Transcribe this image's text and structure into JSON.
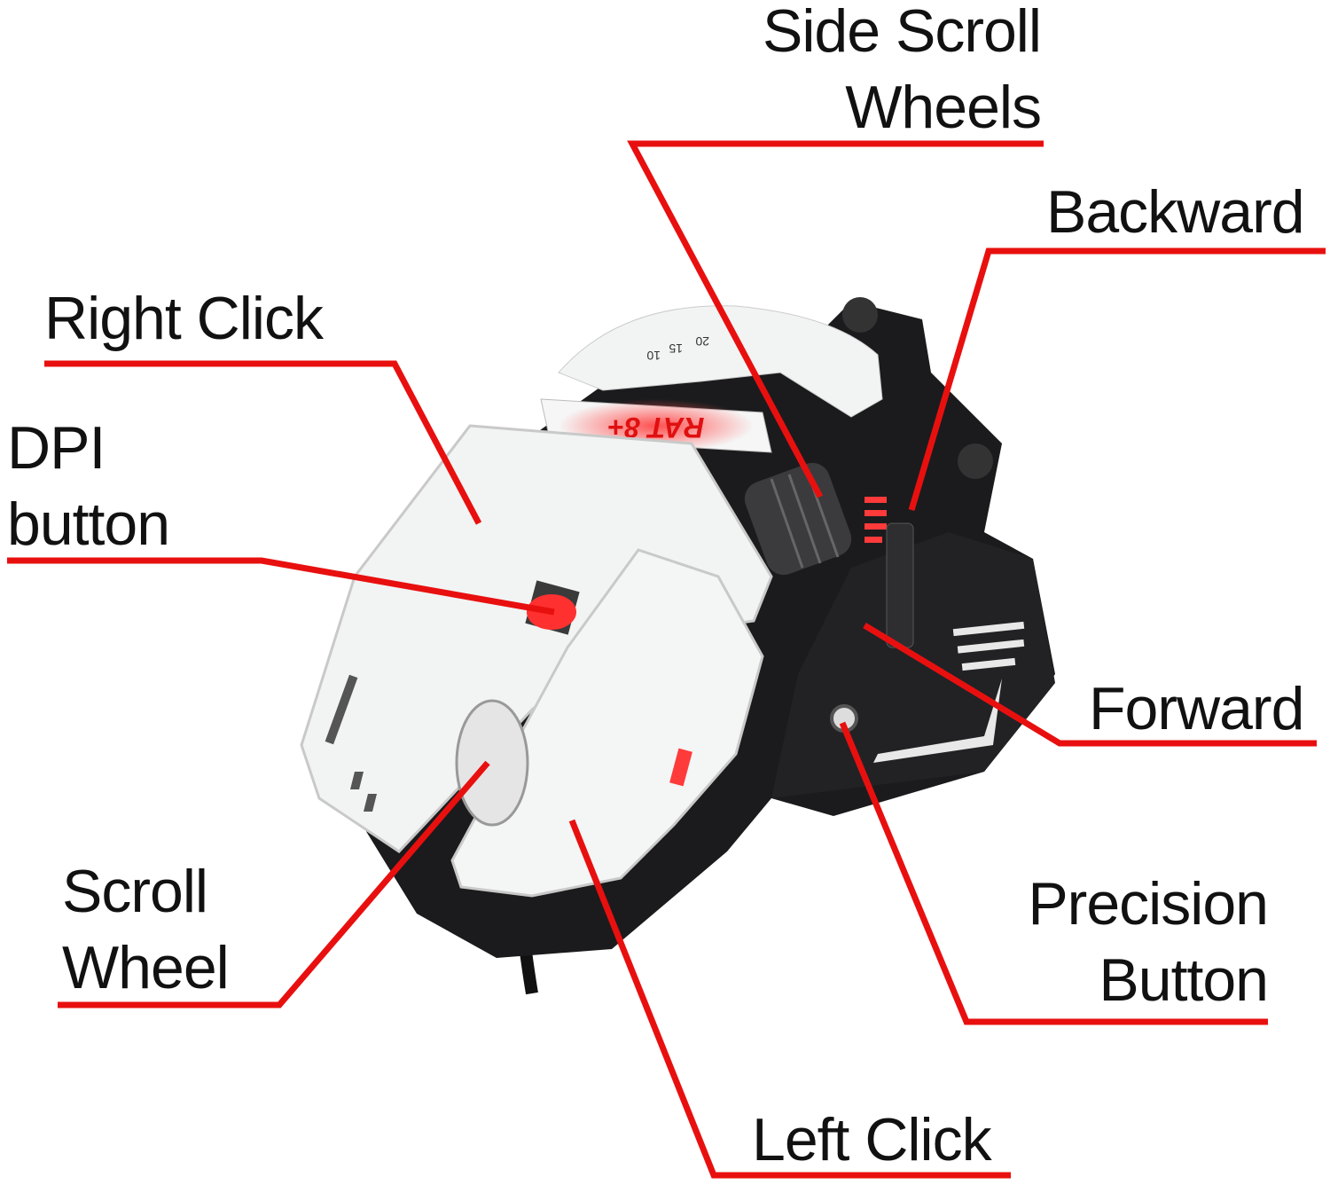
{
  "labels": {
    "side_scroll": [
      "Side Scroll",
      "Wheels"
    ],
    "backward": "Backward",
    "right_click": "Right Click",
    "dpi": [
      "DPI",
      "button"
    ],
    "forward": "Forward",
    "precision": [
      "Precision",
      "Button"
    ],
    "scroll_wheel": [
      "Scroll",
      "Wheel"
    ],
    "left_click": "Left Click"
  },
  "product_logo": "RAT 8+",
  "dial_marks": [
    "20",
    "15",
    "10"
  ],
  "colors": {
    "leader": "#e8100f",
    "mouse_white": "#f2f3f3",
    "mouse_black": "#1b1b1d",
    "led": "#ff2a2a"
  }
}
